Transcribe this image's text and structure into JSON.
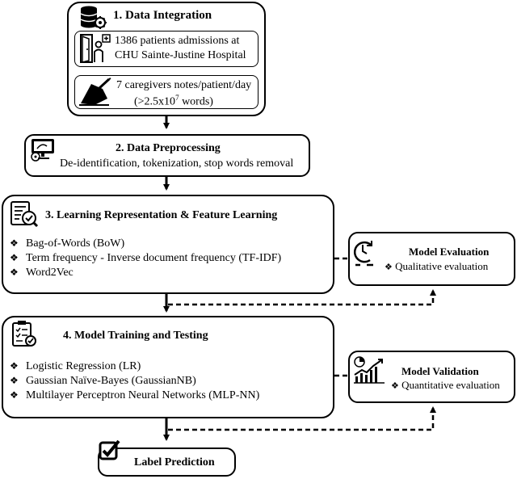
{
  "step1": {
    "title": "1. Data Integration",
    "line1": "1386 patients admissions at",
    "line2": "CHU Sainte-Justine Hospital",
    "line3": "7 caregivers notes/patient/day",
    "line4_prefix": "(>2.5x10",
    "line4_sup": "7",
    "line4_suffix": " words)"
  },
  "step2": {
    "title": "2. Data Preprocessing",
    "desc": "De-identification, tokenization, stop words removal"
  },
  "step3": {
    "title": "3. Learning Representation & Feature Learning",
    "items": [
      "Bag-of-Words (BoW)",
      "Term frequency - Inverse document frequency (TF-IDF)",
      "Word2Vec"
    ]
  },
  "evaluation": {
    "title": "Model Evaluation",
    "item": "Qualitative evaluation"
  },
  "step4": {
    "title": "4. Model Training and Testing",
    "items": [
      "Logistic Regression (LR)",
      "Gaussian Naïve-Bayes (GaussianNB)",
      "Multilayer Perceptron Neural Networks (MLP-NN)"
    ]
  },
  "validation": {
    "title": "Model Validation",
    "item": "Quantitative evaluation"
  },
  "output": {
    "title": "Label Prediction"
  },
  "bullet_glyph": "❖"
}
